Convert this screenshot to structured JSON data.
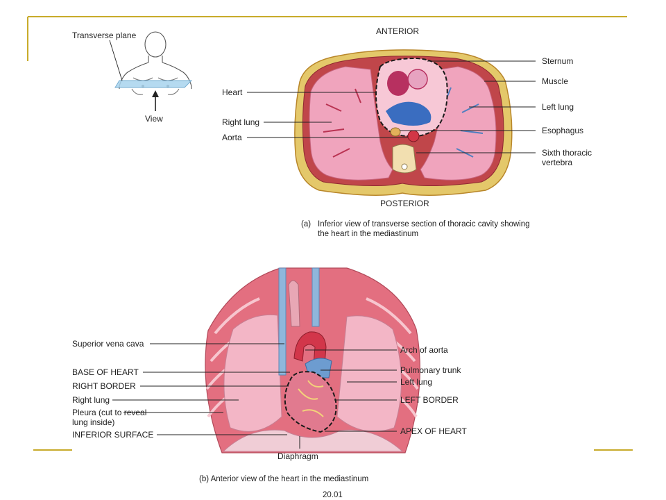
{
  "colors": {
    "accent_gold": "#c8ab2a",
    "tissue_pink": "#f2a6be",
    "vein_blue": "#5b86c2",
    "artery_red": "#c8203a"
  },
  "figure_a": {
    "orientation_top": "ANTERIOR",
    "orientation_bottom": "POSTERIOR",
    "inset_plane_label": "Transverse plane",
    "inset_view_label": "View",
    "labels": {
      "heart": "Heart",
      "right_lung": "Right lung",
      "aorta": "Aorta",
      "sternum": "Sternum",
      "muscle": "Muscle",
      "left_lung": "Left lung",
      "esophagus": "Esophagus",
      "vertebra": "Sixth thoracic vertebra"
    },
    "caption_letter": "(a)",
    "caption": "Inferior view of transverse section of thoracic cavity showing the heart in the mediastinum"
  },
  "figure_b": {
    "labels": {
      "svc": "Superior vena cava",
      "base": "BASE OF HEART",
      "right_border": "RIGHT BORDER",
      "right_lung": "Right lung",
      "pleura": "Pleura (cut to reveal lung inside)",
      "inferior_surface": "INFERIOR SURFACE",
      "arch": "Arch of aorta",
      "pulmonary_trunk": "Pulmonary trunk",
      "left_lung": "Left lung",
      "left_border": "LEFT BORDER",
      "apex": "APEX OF HEART",
      "diaphragm": "Diaphragm"
    },
    "caption": "(b) Anterior view of the heart in the mediastinum"
  },
  "figure_number": "20.01"
}
